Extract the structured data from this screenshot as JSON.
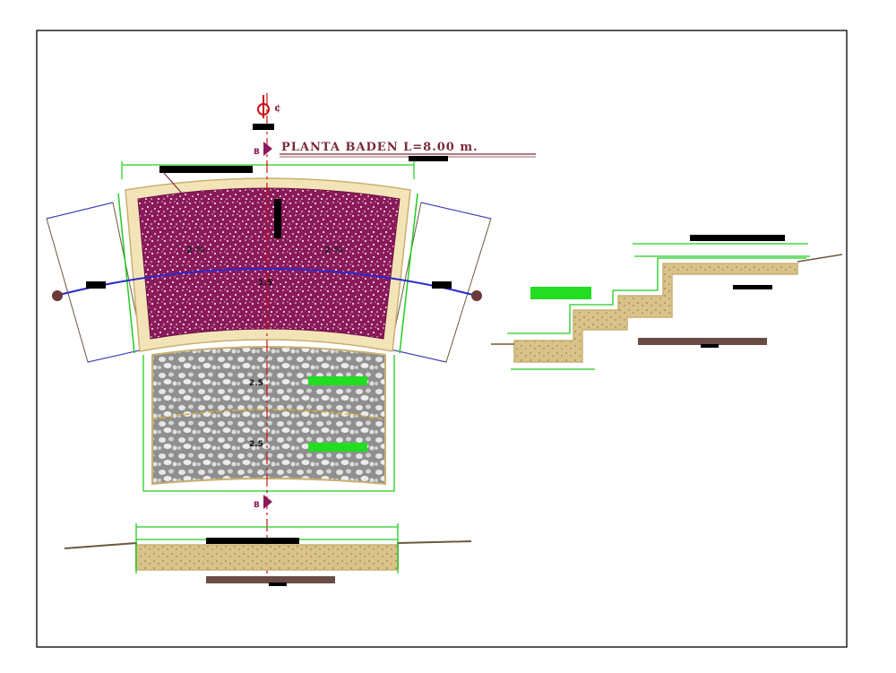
{
  "sheet": {
    "title": "PLANTA BADEN L=8.00 m.",
    "axis_symbol": "¢",
    "section_mark_letter": "B"
  },
  "plan": {
    "slope_left": "2 %",
    "slope_right": "2 %",
    "dim_upper": "1.5",
    "dim_mid_a": "2.5",
    "dim_mid_b": "2.5"
  },
  "colors": {
    "frame": "#222222",
    "concrete_fill": "#8b1a5a",
    "stone_fill": "#9a9a9a",
    "curb": "#f3e4b8",
    "dimension": "#22cc22",
    "alignment": "#2a2acc",
    "axis": "#cc1111",
    "label_bar": "#6b4b45",
    "soil": "#d8c48a"
  },
  "icons": [
    "axis-centerline-icon",
    "section-arrow-icon",
    "level-marker-icon"
  ]
}
